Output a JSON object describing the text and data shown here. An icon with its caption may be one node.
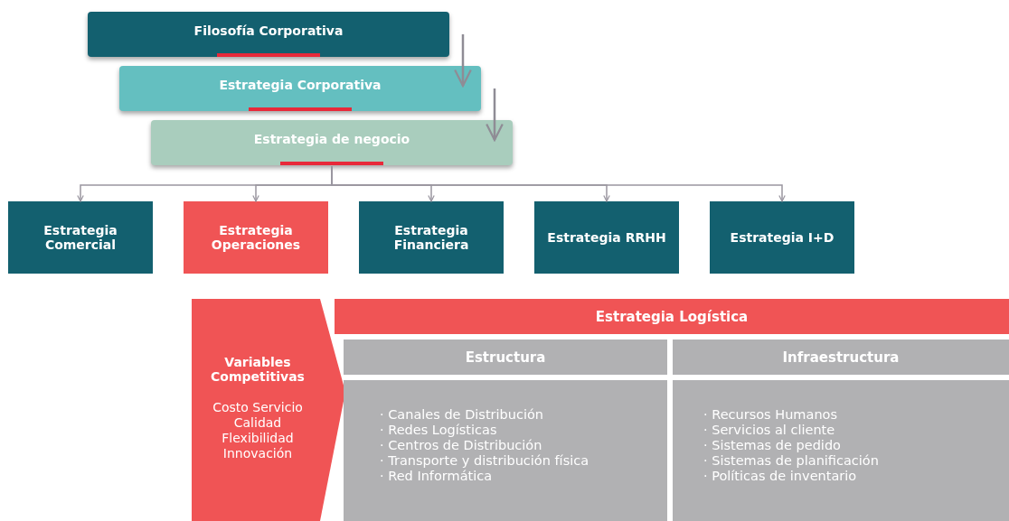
{
  "diagram": {
    "nodes": [
      {
        "text": [
          "Filosofía Corporativa"
        ]
      },
      {
        "text": [
          "Estrategia Corporativa"
        ]
      },
      {
        "text": [
          "Estrategia de negocio"
        ]
      },
      {
        "text": [
          "Estrategia Comercial"
        ]
      },
      {
        "text": [
          "Estrategia Operaciones"
        ]
      },
      {
        "text": [
          "Estrategia Financiera"
        ]
      },
      {
        "text": [
          "Estrategia RRHH"
        ]
      },
      {
        "text": [
          "Estrategia I+D"
        ]
      },
      {
        "text": [
          "Variables Competitivas",
          "Costo Servicio Calidad Flexibilidad Innovación"
        ]
      },
      {
        "text": [
          "Estrategia Logística"
        ]
      },
      {
        "text": [
          "Estructura"
        ]
      },
      {
        "text": [
          "Infraestructura"
        ]
      },
      {
        "text": [
          "· Canales de Distribución",
          "· Redes Logísticas",
          "· Centros de Distribución",
          "· Transporte y distribución física",
          "· Red Informática"
        ]
      },
      {
        "text": [
          "· Recursos Humanos",
          "· Servicios al cliente",
          "· Sistemas de pedido",
          "· Sistemas de planificación",
          "· Políticas de inventario"
        ]
      }
    ],
    "edges": [
      {
        "from": 0,
        "to": 1,
        "arrow": "to"
      },
      {
        "from": 1,
        "to": 2,
        "arrow": "to"
      },
      {
        "from": 2,
        "to": 3,
        "arrow": "to"
      },
      {
        "from": 2,
        "to": 4,
        "arrow": "to"
      },
      {
        "from": 2,
        "to": 5,
        "arrow": "to"
      },
      {
        "from": 2,
        "to": 6,
        "arrow": "to"
      },
      {
        "from": 2,
        "to": 7,
        "arrow": "to"
      }
    ]
  }
}
